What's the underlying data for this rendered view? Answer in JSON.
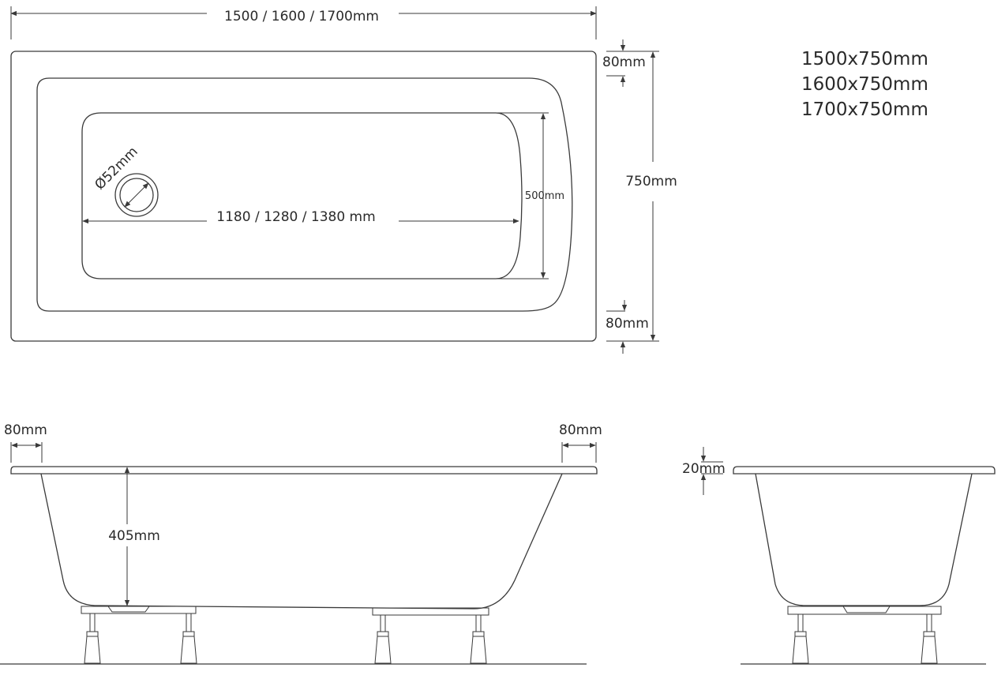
{
  "top_view": {
    "overall_length": "1500 / 1600 / 1700mm",
    "rim_top": "80mm",
    "overall_width": "750mm",
    "rim_bottom": "80mm",
    "waste_diameter": "Ø52mm",
    "basin_length": "1180 / 1280 / 1380 mm",
    "basin_width": "500mm"
  },
  "sizes": [
    "1500x750mm",
    "1600x750mm",
    "1700x750mm"
  ],
  "side_view": {
    "rim_left": "80mm",
    "rim_right": "80mm",
    "depth": "405mm"
  },
  "end_view": {
    "rim_thickness": "20mm"
  },
  "colors": {
    "line": "#3a3a3a",
    "text": "#2a2a2a",
    "background": "#ffffff"
  }
}
